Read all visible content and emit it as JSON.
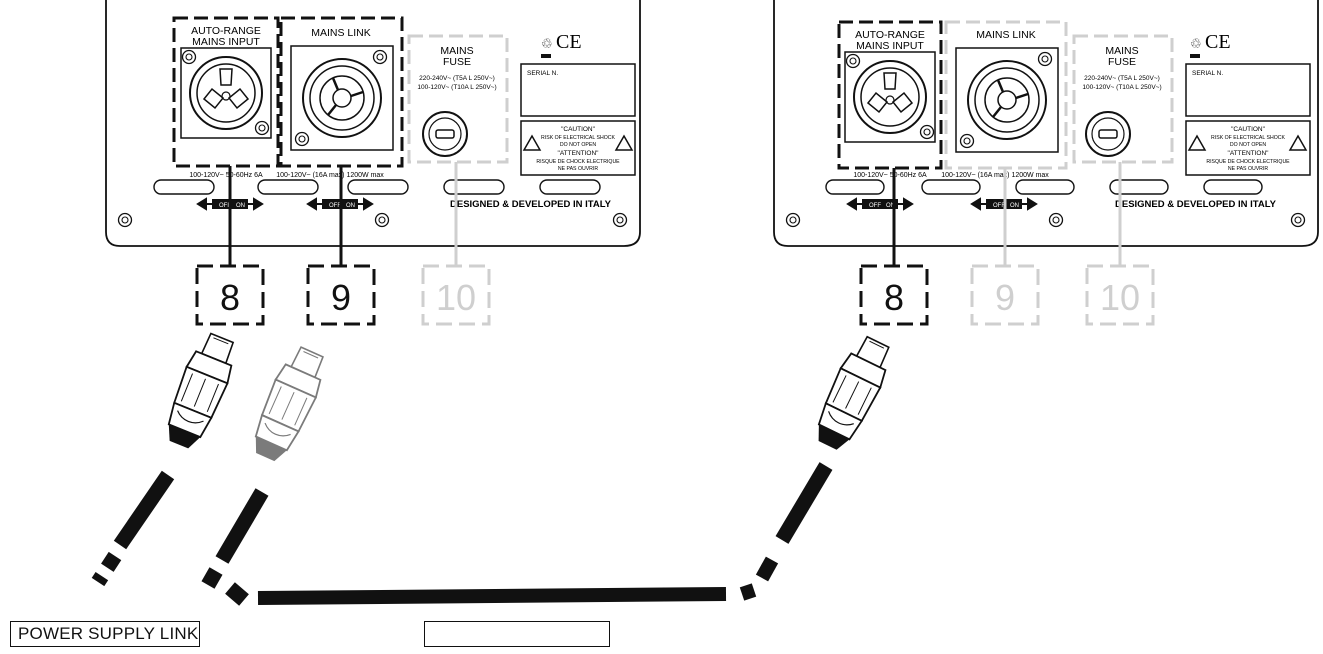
{
  "panels": [
    {
      "mains_input_label_1": "AUTO-RANGE",
      "mains_input_label_2": "MAINS INPUT",
      "mains_link_label": "MAINS LINK",
      "fuse_label_1": "MAINS",
      "fuse_label_2": "FUSE",
      "fuse_spec_1": "220-240V~ (T5A L 250V~)",
      "fuse_spec_2": "100-120V~ (T10A L 250V~)",
      "input_rating": "100-120V~ 50-60Hz 6A",
      "link_rating": "100-120V~ (16A max) 1200W max",
      "serial_label": "SERIAL N.",
      "caution_1": "\"CAUTION\"",
      "caution_2": "RISK OF ELECTRICAL SHOCK",
      "caution_3": "DO NOT OPEN",
      "attention_1": "\"ATTENTION\"",
      "attention_2": "RISQUE DE CHOCK ELECTRIQUE",
      "attention_3": "NE PAS OUVRIR",
      "designed": "DESIGNED & DEVELOPED IN ITALY",
      "ce_mark": "CE",
      "off_label": "OFF",
      "on_label": "ON",
      "callouts": [
        {
          "number": "8",
          "highlighted": true
        },
        {
          "number": "9",
          "highlighted": true
        },
        {
          "number": "10",
          "highlighted": false
        }
      ]
    },
    {
      "mains_input_label_1": "AUTO-RANGE",
      "mains_input_label_2": "MAINS INPUT",
      "mains_link_label": "MAINS LINK",
      "fuse_label_1": "MAINS",
      "fuse_label_2": "FUSE",
      "fuse_spec_1": "220-240V~ (T5A L 250V~)",
      "fuse_spec_2": "100-120V~ (T10A L 250V~)",
      "input_rating": "100-120V~ 50-60Hz 6A",
      "link_rating": "100-120V~ (16A max) 1200W max",
      "serial_label": "SERIAL N.",
      "caution_1": "\"CAUTION\"",
      "caution_2": "RISK OF ELECTRICAL SHOCK",
      "caution_3": "DO NOT OPEN",
      "attention_1": "\"ATTENTION\"",
      "attention_2": "RISQUE DE CHOCK ELECTRIQUE",
      "attention_3": "NE PAS OUVRIR",
      "designed": "DESIGNED & DEVELOPED IN ITALY",
      "ce_mark": "CE",
      "off_label": "OFF",
      "on_label": "ON",
      "callouts": [
        {
          "number": "8",
          "highlighted": true
        },
        {
          "number": "9",
          "highlighted": false
        },
        {
          "number": "10",
          "highlighted": false
        }
      ]
    }
  ],
  "captions": {
    "power_supply": "POWER SUPPLY LINK",
    "blank": ""
  },
  "colors": {
    "ink": "#111111",
    "faded": "#c8c8c8",
    "callout_active": "#111111",
    "callout_inactive": "#cfcfcf"
  }
}
